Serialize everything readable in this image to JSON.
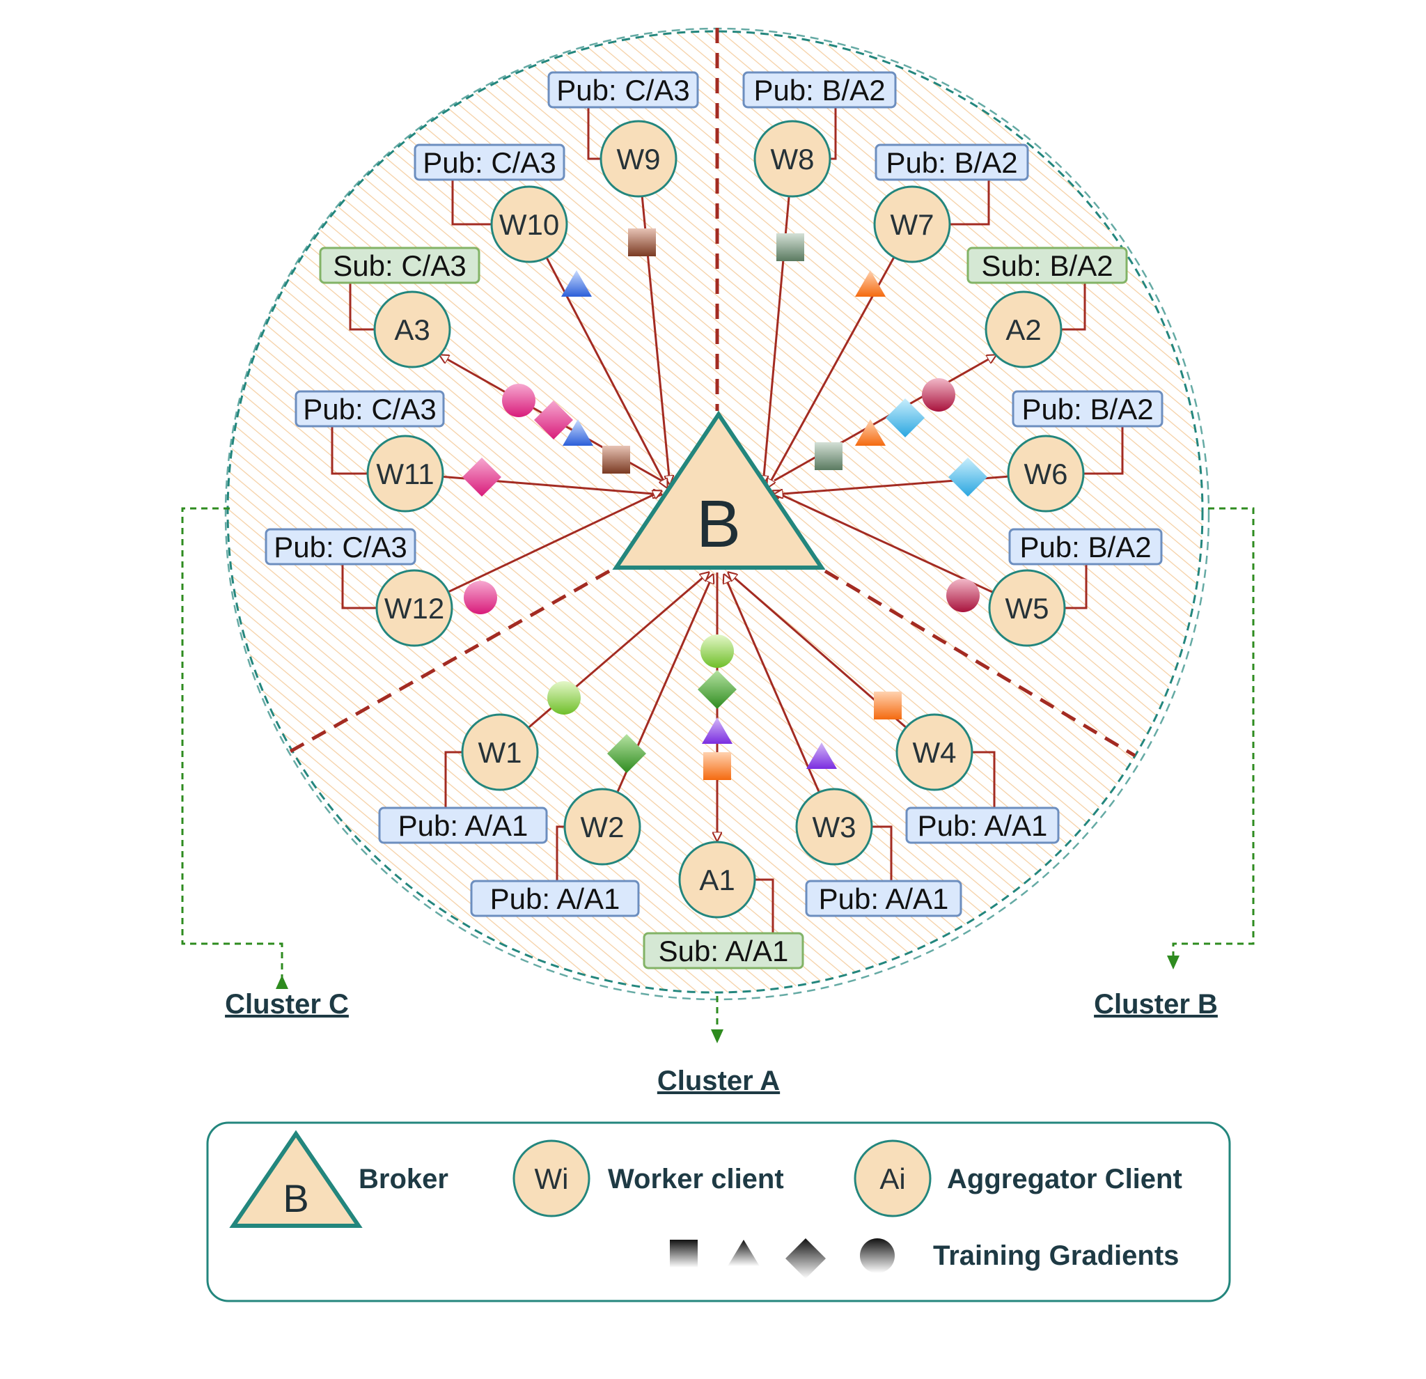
{
  "broker": {
    "label": "B"
  },
  "clusters": {
    "a": "Cluster A",
    "b": "Cluster B",
    "c": "Cluster C"
  },
  "colors": {
    "node_fill": "#f8deba",
    "node_stroke": "#23867d",
    "edge": "#a32b22",
    "pub_fill": "#dae8fc",
    "pub_stroke": "#6c8ebf",
    "sub_fill": "#d5e8d4",
    "sub_stroke": "#82b366",
    "cluster_arrow": "#2e8b1f",
    "hatch": "#f5cfa3"
  },
  "nodes": {
    "w1": "W1",
    "w2": "W2",
    "w3": "W3",
    "w4": "W4",
    "w5": "W5",
    "w6": "W6",
    "w7": "W7",
    "w8": "W8",
    "w9": "W9",
    "w10": "W10",
    "w11": "W11",
    "w12": "W12",
    "a1": "A1",
    "a2": "A2",
    "a3": "A3"
  },
  "tags": {
    "w1": "Pub: A/A1",
    "w2": "Pub: A/A1",
    "w3": "Pub: A/A1",
    "w4": "Pub: A/A1",
    "a1": "Sub: A/A1",
    "w5": "Pub: B/A2",
    "w6": "Pub: B/A2",
    "w7": "Pub: B/A2",
    "w8": "Pub: B/A2",
    "a2": "Sub: B/A2",
    "w9": "Pub: C/A3",
    "w10": "Pub: C/A3",
    "w11": "Pub: C/A3",
    "w12": "Pub: C/A3",
    "a3": "Sub: C/A3"
  },
  "gradient_colors": {
    "pink": "#e2408f",
    "orange": "#f4721c",
    "purple": "#8a3de6",
    "green": "#4ea832",
    "lightgreen": "#8bcf4a",
    "blue": "#3b74e6",
    "cyan": "#3fb3e8",
    "crimson": "#b31945",
    "olive": "#6e8f73",
    "brown": "#8d4a33"
  },
  "legend": {
    "broker_symbol": "B",
    "broker": "Broker",
    "worker_symbol": "Wi",
    "worker": "Worker client",
    "aggregator_symbol": "Ai",
    "aggregator": "Aggregator Client",
    "gradients": "Training Gradients",
    "gradient_icons": [
      "square-icon",
      "triangle-icon",
      "diamond-icon",
      "circle-icon"
    ]
  }
}
